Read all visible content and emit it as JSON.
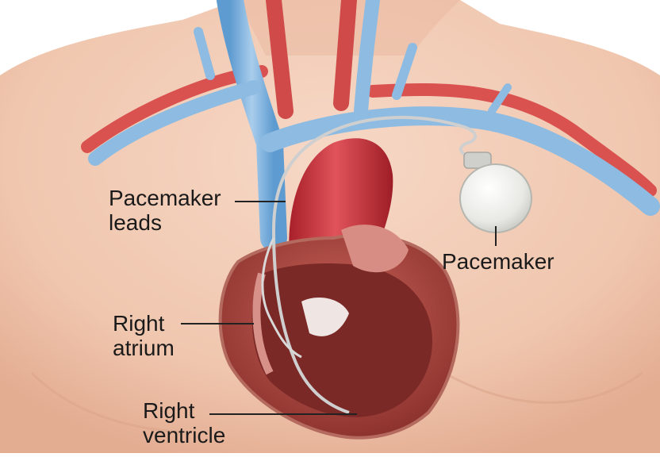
{
  "labels": {
    "pacemaker_leads": {
      "line1": "Pacemaker",
      "line2": "leads"
    },
    "pacemaker": "Pacemaker",
    "right_atrium": {
      "line1": "Right",
      "line2": "atrium"
    },
    "right_ventricle": {
      "line1": "Right",
      "line2": "ventricle"
    }
  },
  "colors": {
    "skin": "#f2cdb8",
    "vein": "#7fb3df",
    "artery": "#d8534f",
    "heart_muscle": "#b8473f",
    "pacemaker_device": "#e9e9e6",
    "lead_wire": "#c9c9c9"
  }
}
